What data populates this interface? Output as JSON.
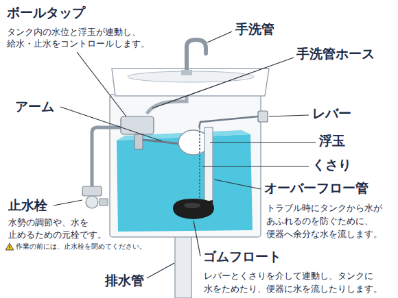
{
  "diagram": {
    "labels": [
      "ボールタップ",
      "タンク内の水位と浮玉が連動し、 給水・止水をコントロールします。",
      "手洗管",
      "手洗管ホース",
      "アーム",
      "レバー",
      "浮玉",
      "くさり",
      "オーバーフロー管",
      "トラブル時にタンクから水が あふれるのを防ぐために、 便器へ余分な水を流します。",
      "止水栓",
      "水勢の調節や、水を 止めるための元栓です。",
      "作業の前には、止水栓を閉めてください。",
      "ゴムフロート",
      "レバーとくさりを介して連動し、タンクに 水をためたり、便器に水を流したりします。",
      "排水管"
    ]
  }
}
